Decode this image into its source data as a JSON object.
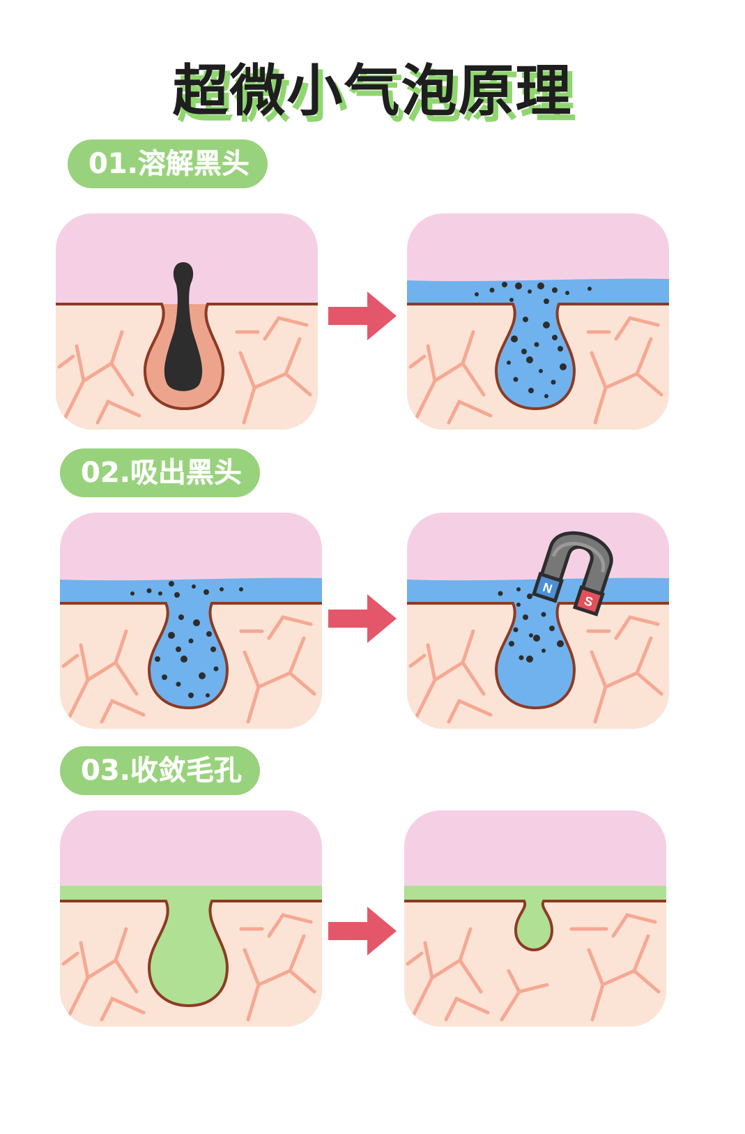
{
  "title": "超微小气泡原理",
  "steps": [
    {
      "label": "01.溶解黑头"
    },
    {
      "label": "02.吸出黑头"
    },
    {
      "label": "03.收敛毛孔"
    }
  ],
  "magnet": {
    "north": "N",
    "south": "S"
  },
  "colors": {
    "sky": "#f5d0e4",
    "skin": "#fbe4d6",
    "vein": "#f6a892",
    "outline": "#8e3a24",
    "blackhead": "#2d2d2d",
    "sebum": "#eda48c",
    "bubble_water": "#6fb2ee",
    "toner": "#afe094",
    "label_bg": "#98d27c",
    "arrow": "#e4576a",
    "title_shadow": "#8fd66f"
  }
}
